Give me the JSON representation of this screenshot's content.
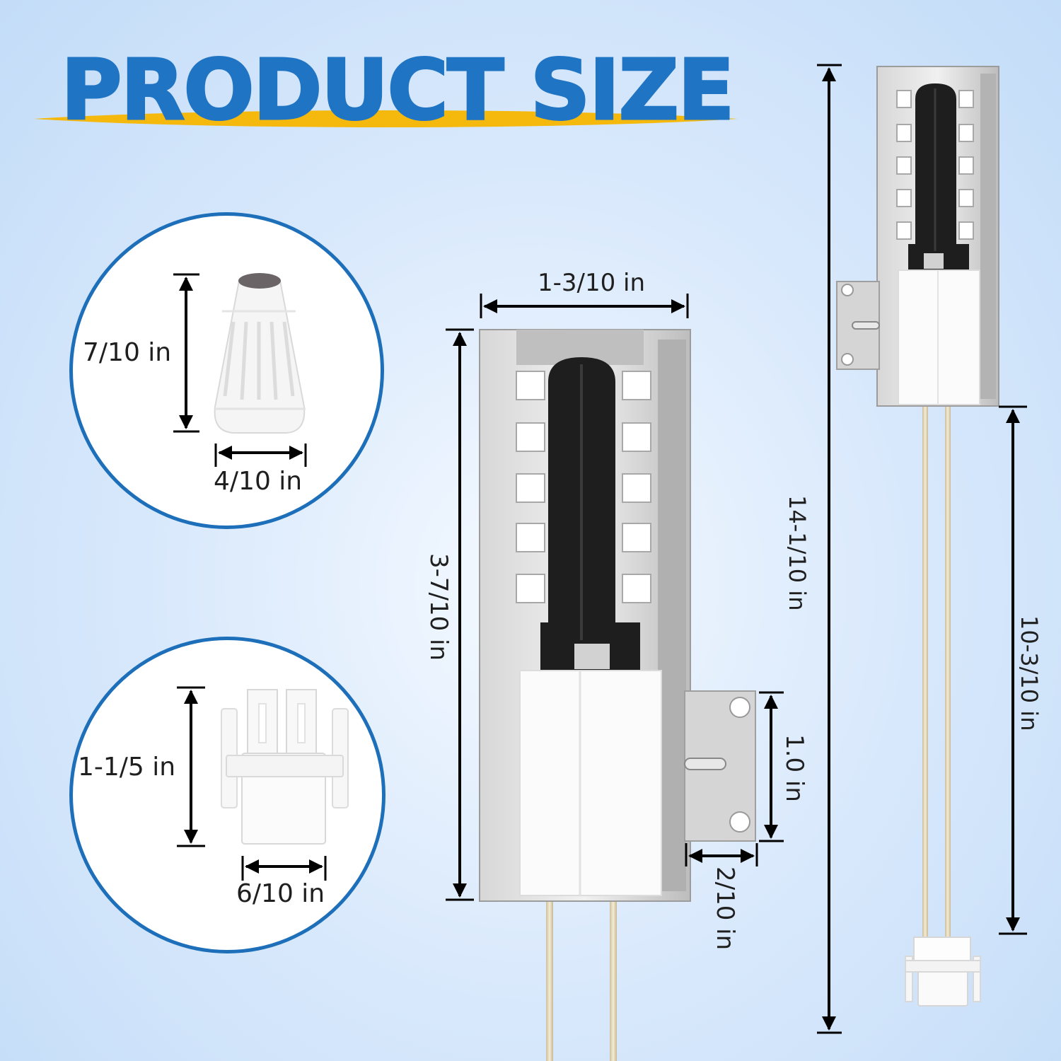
{
  "title": "PRODUCT SIZE",
  "colors": {
    "title_blue": "#1f74c4",
    "swoosh_yellow": "#f5b80c",
    "circle_border": "#1d6fba",
    "igniter_black": "#1e1e1e",
    "metal_gray": "#c9c9c9"
  },
  "dimensions": {
    "cap_height": "7/10 in",
    "cap_width": "4/10 in",
    "connector_height": "1-1/5 in",
    "connector_width": "6/10 in",
    "igniter_width": "1-3/10 in",
    "igniter_height": "3-7/10 in",
    "bracket_height": "1.0 in",
    "bracket_depth": "2/10 in",
    "total_length": "14-1/10 in",
    "wire_length": "10-3/10 in"
  }
}
